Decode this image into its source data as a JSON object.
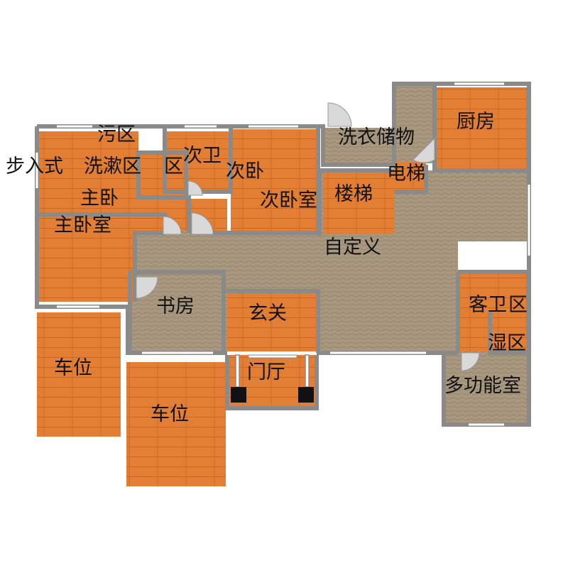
{
  "colors": {
    "wood": "#e27f35",
    "wood_grain": "#c96a22",
    "floor": "#a8987f",
    "floor_tex": "#8f8068",
    "wall": "#8a8a8a",
    "window": "#ffffff",
    "door": "#d9d9d9",
    "pillar": "#111111"
  },
  "labels": {
    "laundry_dirty": "污区",
    "walk_in_closet": "步入式",
    "wash_area_master": "洗漱区",
    "wash_area_2": "区",
    "second_bath": "次卫",
    "second_bedroom": "次卧",
    "second_bedroom_room": "次卧室",
    "master_bedroom": "主卧",
    "master_bedroom_room": "主卧室",
    "laundry_storage": "洗衣储物",
    "kitchen": "厨房",
    "elevator": "电梯",
    "stairs": "楼梯",
    "custom": "自定义",
    "study": "书房",
    "foyer": "玄关",
    "guest_bath": "客卫",
    "guest_area": "区",
    "wet_area": "湿区",
    "multi_room": "多功能室",
    "entrance_hall": "门厅",
    "parking_1": "车位",
    "parking_2": "车位"
  }
}
